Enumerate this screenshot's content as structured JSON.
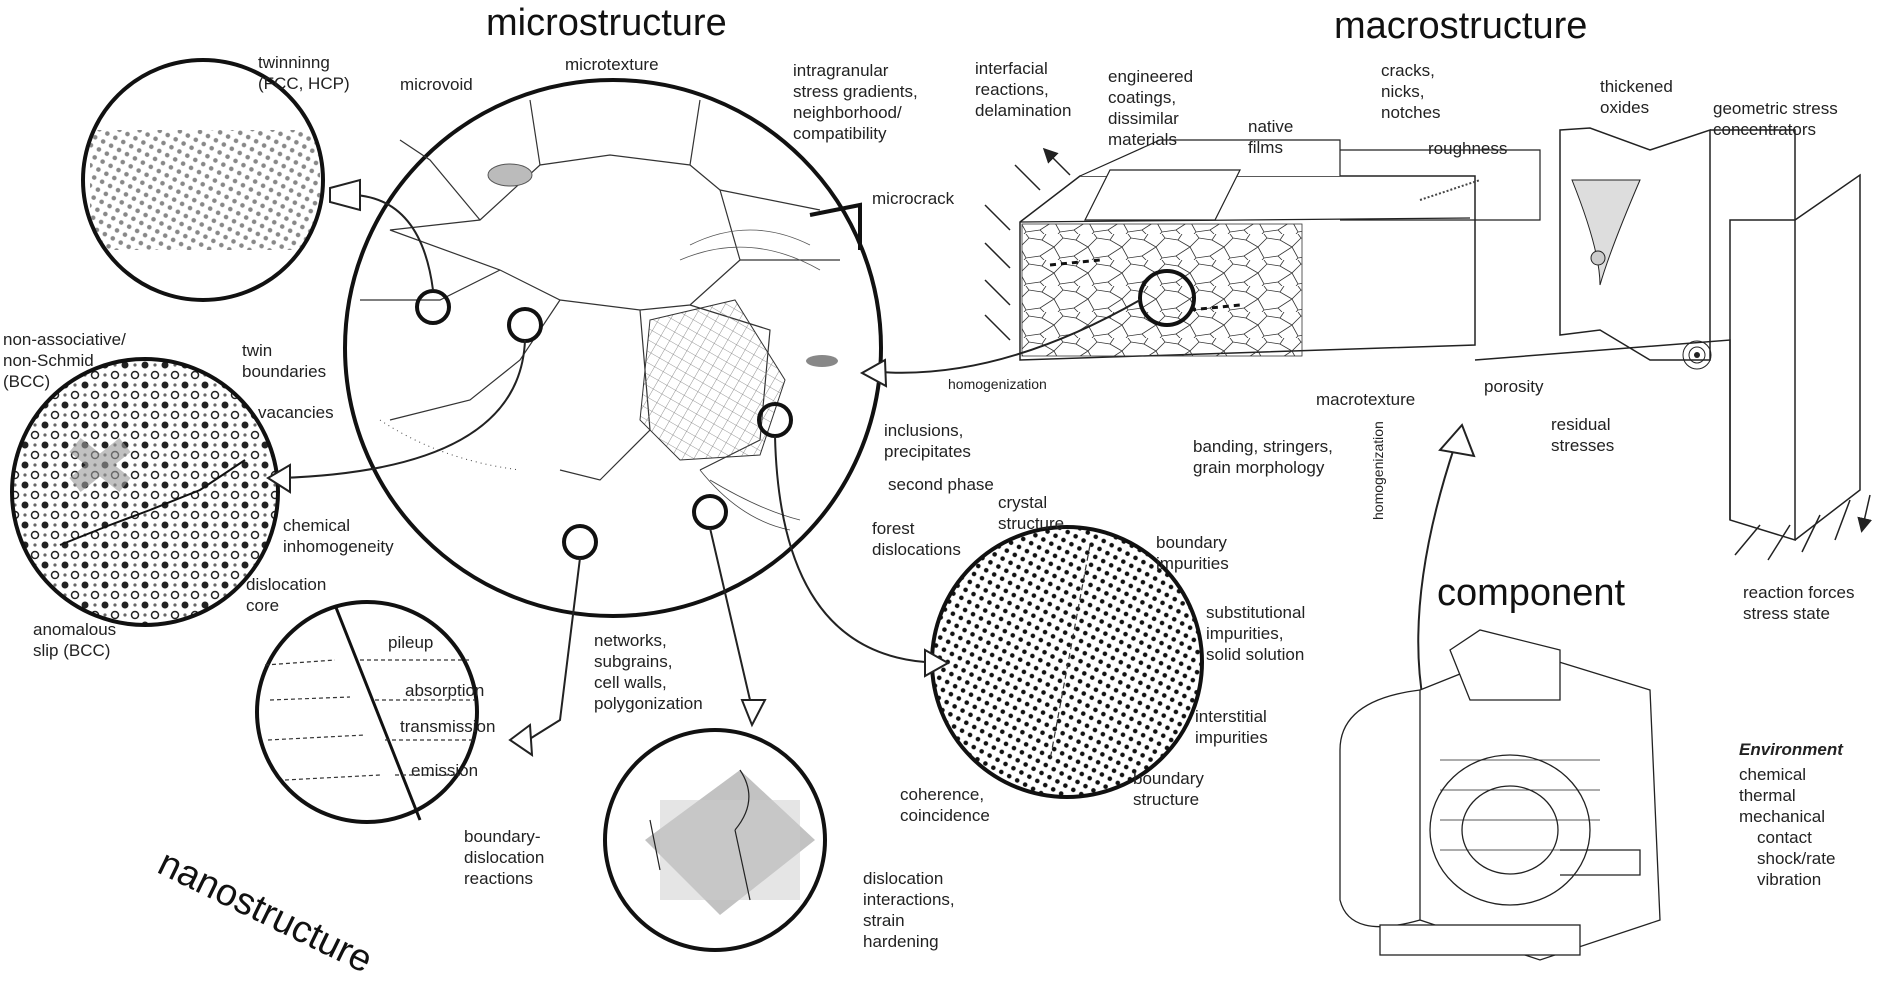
{
  "titles": {
    "microstructure": "microstructure",
    "macrostructure": "macrostructure",
    "nanostructure": "nanostructure",
    "component": "component"
  },
  "micro_labels": {
    "twinning": "twinninng\n(FCC, HCP)",
    "microvoid": "microvoid",
    "microtexture": "microtexture",
    "intragranular": "intragranular\nstress gradients,\nneighborhood/\ncompatibility",
    "microcrack": "microcrack",
    "twin_boundaries": "twin\nboundaries",
    "vacancies": "vacancies",
    "non_associative": "non-associative/\nnon-Schmid\n(BCC)",
    "chemical_inhomogeneity": "chemical\ninhomogeneity",
    "dislocation_core": "dislocation\ncore",
    "anomalous_slip": "anomalous\nslip (BCC)",
    "inclusions": "inclusions,\nprecipitates",
    "second_phase": "second phase",
    "forest_dislocations": "forest\ndislocations",
    "networks": "networks,\nsubgrains,\ncell walls,\npolygonization"
  },
  "nano_labels": {
    "pileup": "pileup",
    "absorption": "absorption",
    "transmission": "transmission",
    "emission": "emission",
    "boundary_dislocation": "boundary-\ndislocation\nreactions",
    "dislocation_interactions": "dislocation\ninteractions,\nstrain\nhardening",
    "crystal_structure": "crystal\nstructure",
    "boundary_impurities": "boundary\nimpurities",
    "substitutional": "substitutional\nimpurities,\nsolid solution",
    "interstitial": "interstitial\nimpurities",
    "boundary_structure": "boundary\nstructure",
    "coherence": "coherence,\ncoincidence"
  },
  "macro_labels": {
    "interfacial": "interfacial\nreactions,\ndelamination",
    "engineered": "engineered\ncoatings,\ndissimilar\nmaterials",
    "native_films": "native\nfilms",
    "cracks": "cracks,\nnicks,\nnotches",
    "roughness": "roughness",
    "thickened_oxides": "thickened\noxides",
    "geometric": "geometric stress\nconcentrators",
    "homogenization_1": "homogenization",
    "homogenization_2": "homogenization",
    "macrotexture": "macrotexture",
    "porosity": "porosity",
    "residual_stresses": "residual\nstresses",
    "banding": "banding, stringers,\ngrain morphology",
    "reaction_forces": "reaction forces\nstress state"
  },
  "environment": {
    "heading": "Environment",
    "items": "chemical\nthermal\nmechanical",
    "sub_items": "contact\nshock/rate\nvibration"
  },
  "colors": {
    "ink": "#222222",
    "fill_gray": "#bbbbbb",
    "light_gray": "#dddddd"
  }
}
